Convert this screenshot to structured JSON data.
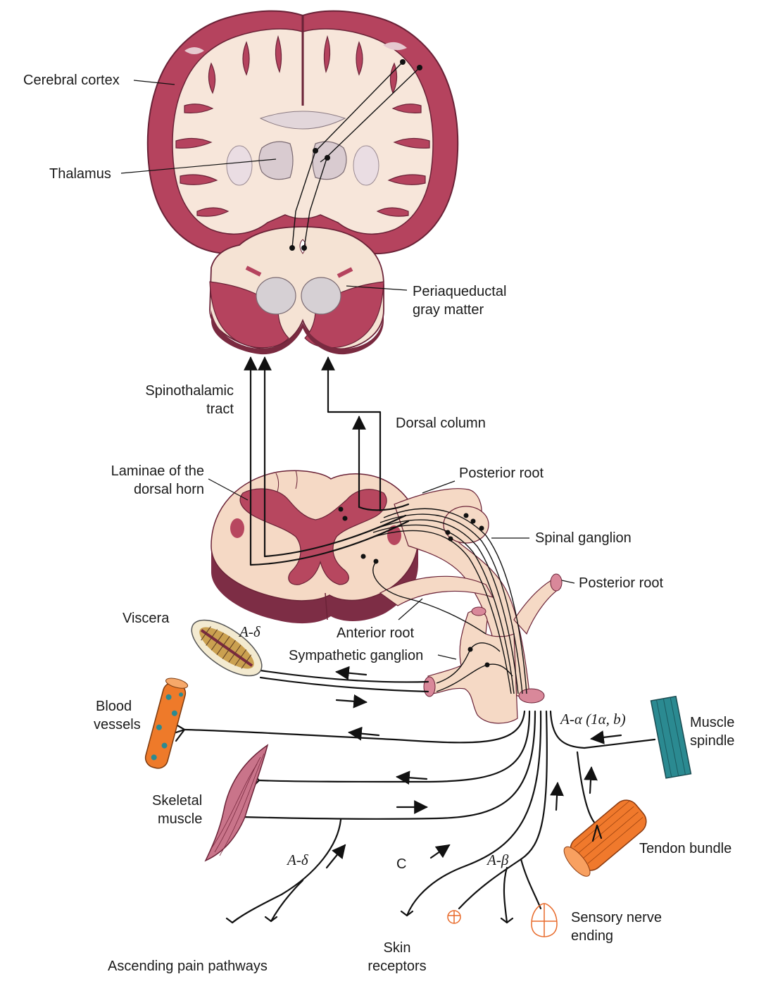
{
  "labels": {
    "cerebral_cortex": "Cerebral cortex",
    "thalamus": "Thalamus",
    "periaqueductal_1": "Periaqueductal",
    "periaqueductal_2": "gray matter",
    "spinothalamic_1": "Spinothalamic",
    "spinothalamic_2": "tract",
    "dorsal_column": "Dorsal column",
    "laminae_1": "Laminae of the",
    "laminae_2": "dorsal horn",
    "posterior_root_top": "Posterior root",
    "spinal_ganglion": "Spinal ganglion",
    "posterior_root_right": "Posterior root",
    "viscera": "Viscera",
    "anterior_root": "Anterior root",
    "sympathetic_ganglion": "Sympathetic ganglion",
    "blood_vessels_1": "Blood",
    "blood_vessels_2": "vessels",
    "muscle_spindle_1": "Muscle",
    "muscle_spindle_2": "spindle",
    "skeletal_muscle_1": "Skeletal",
    "skeletal_muscle_2": "muscle",
    "tendon_bundle": "Tendon bundle",
    "sensory_ending_1": "Sensory nerve",
    "sensory_ending_2": "ending",
    "skin_receptors_1": "Skin",
    "skin_receptors_2": "receptors",
    "ascending": "Ascending pain pathways",
    "fiber_a_delta_viscera": "A-δ",
    "fiber_a_alpha": "A-α (1α, b)",
    "fiber_a_delta_skin": "A-δ",
    "fiber_c": "C",
    "fiber_a_beta": "A-β"
  },
  "colors": {
    "cortex_red": "#b5435e",
    "cortex_dark": "#7a2a40",
    "white_matter": "#f7e6da",
    "thalamus_fill": "#d9cbd0",
    "cord_pink": "#f5d9c5",
    "gray_matter": "#b7475f",
    "cord_side": "#7d2d45",
    "vessel_orange": "#ee7a2a",
    "spindle_teal": "#2b8a91",
    "tendon_orange": "#f0792c",
    "receptor_orange": "#e86a2a",
    "muscle_pink": "#c9748a"
  }
}
